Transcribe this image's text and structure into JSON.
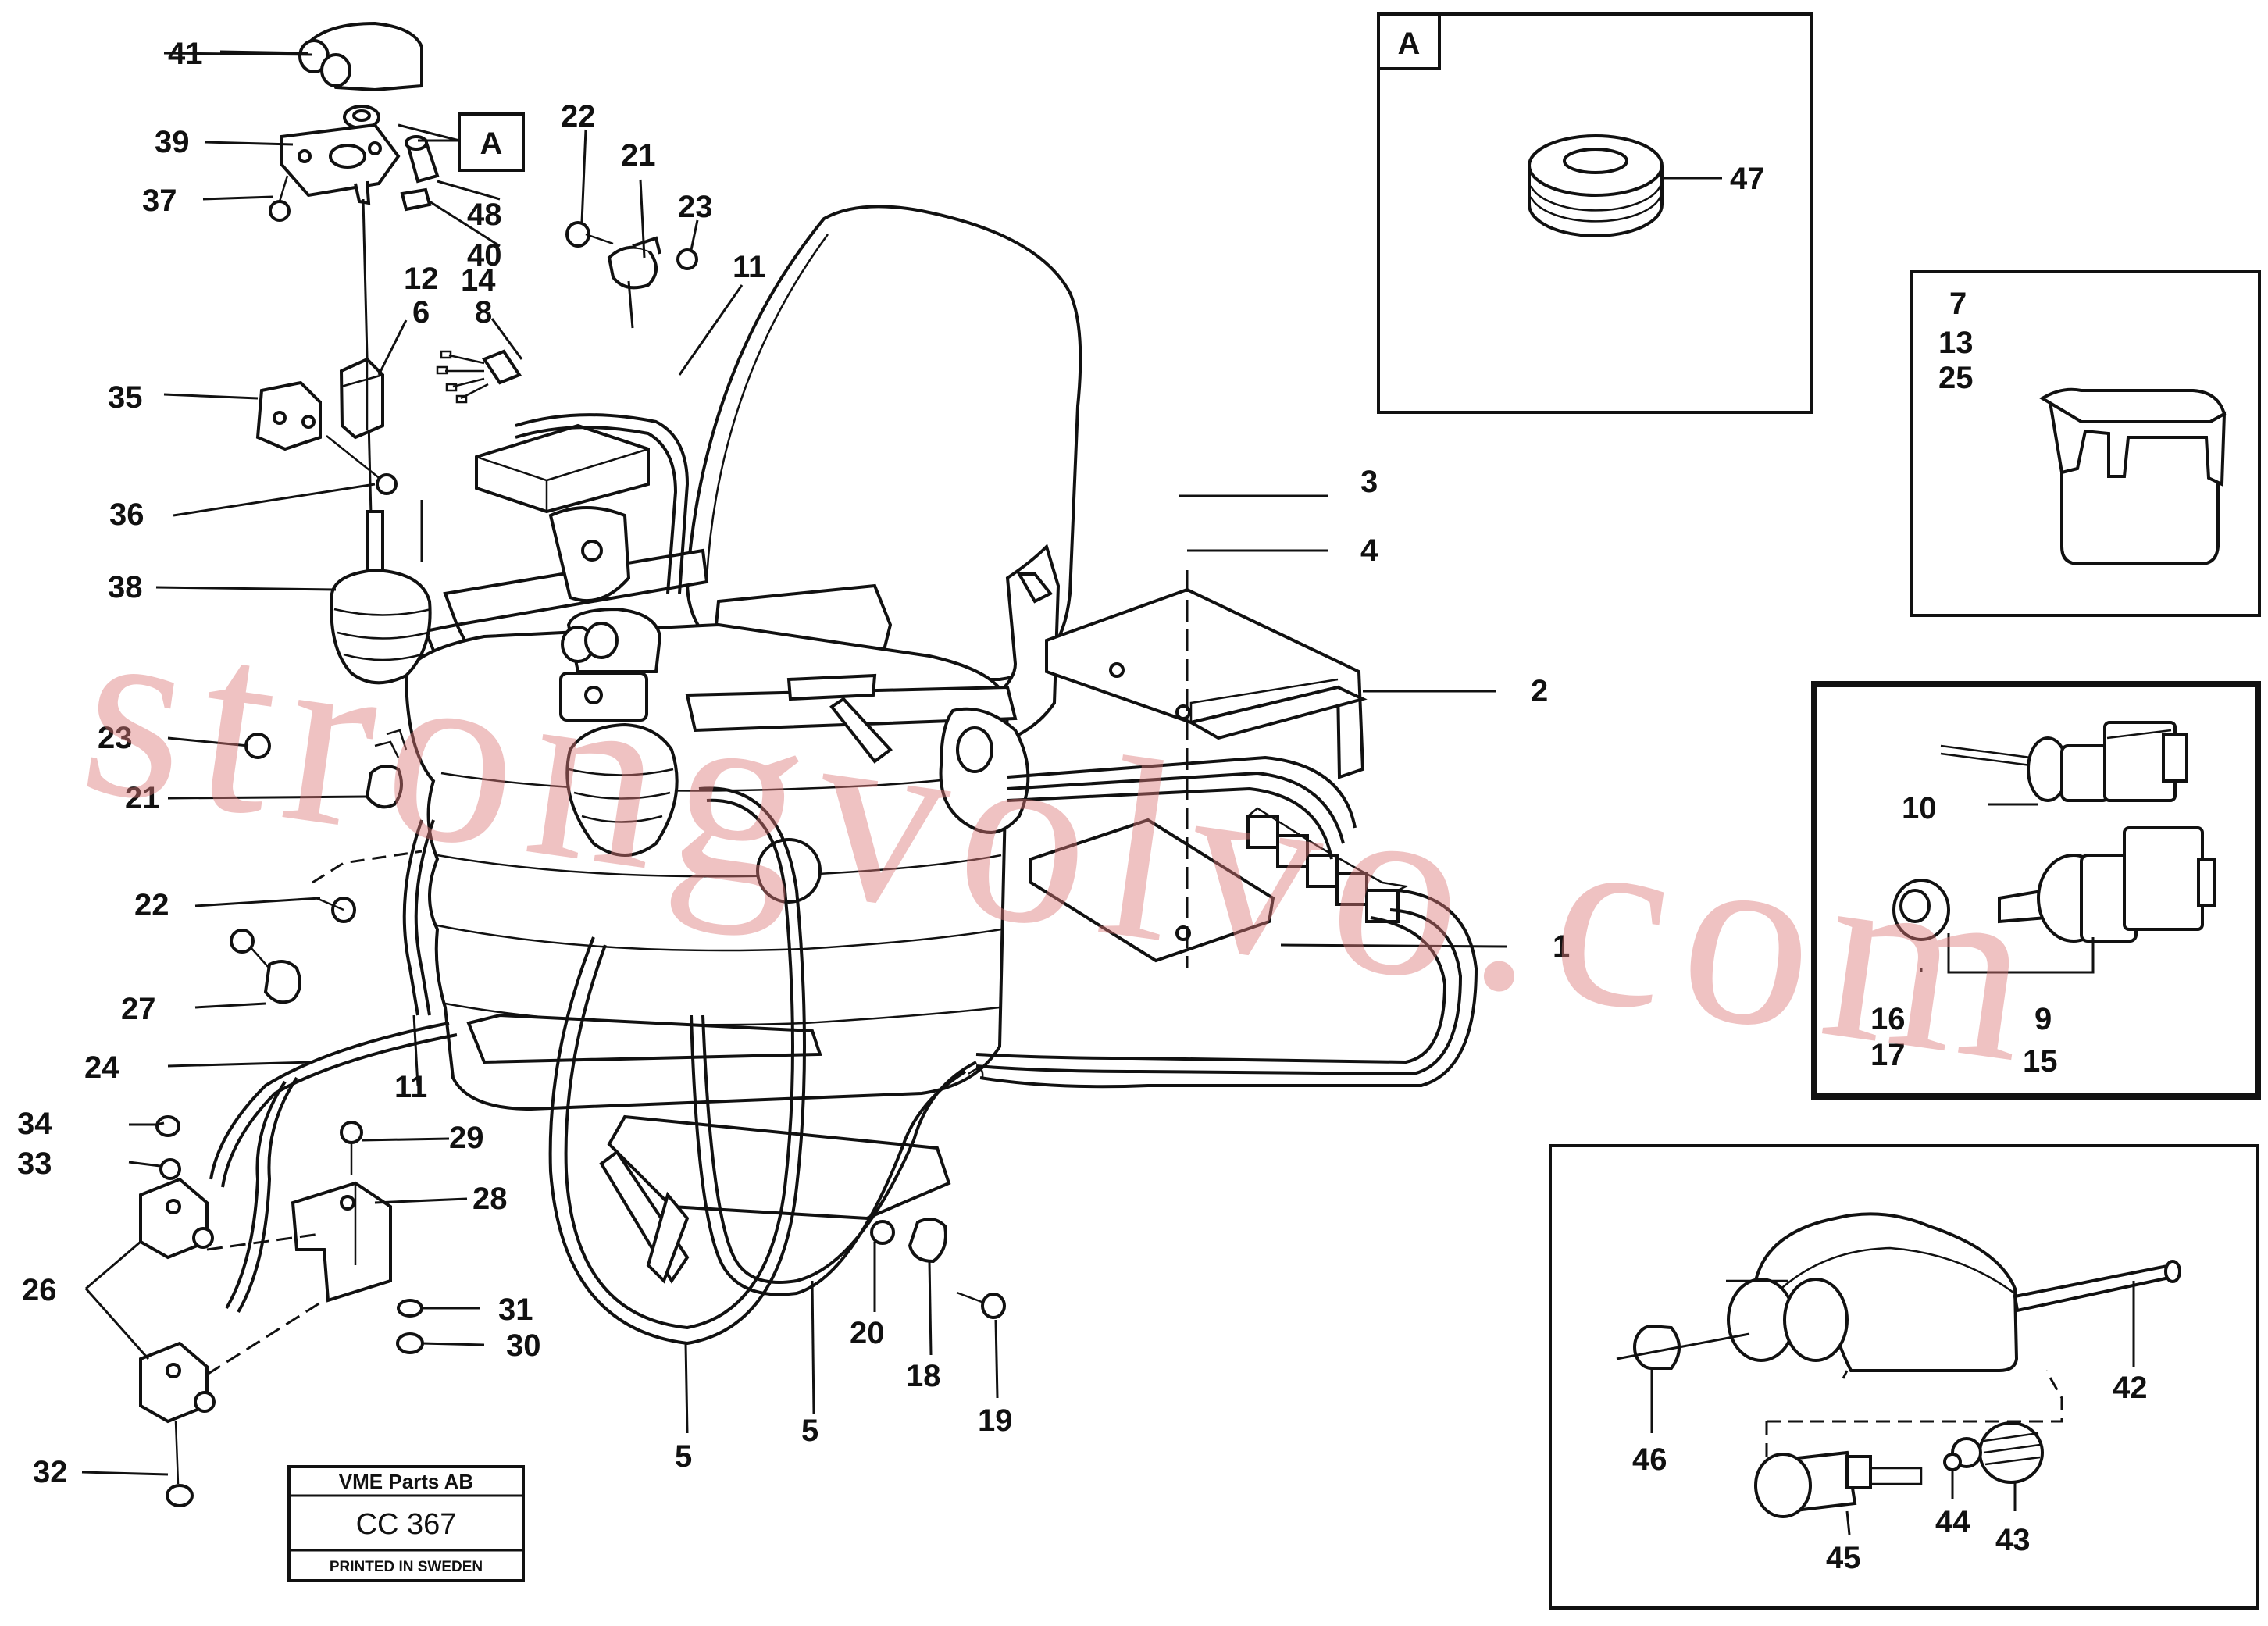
{
  "labels": {
    "n1": "1",
    "n2": "2",
    "n3": "3",
    "n4": "4",
    "n5a": "5",
    "n5b": "5",
    "n6": "6",
    "n7": "7",
    "n8": "8",
    "n9": "9",
    "n10": "10",
    "n11a": "11",
    "n11b": "11",
    "n12": "12",
    "n13": "13",
    "n14": "14",
    "n15": "15",
    "n16": "16",
    "n17": "17",
    "n18": "18",
    "n19": "19",
    "n20": "20",
    "n21a": "21",
    "n21b": "21",
    "n22a": "22",
    "n22b": "22",
    "n23a": "23",
    "n23b": "23",
    "n24": "24",
    "n25": "25",
    "n26": "26",
    "n27": "27",
    "n28": "28",
    "n29": "29",
    "n30": "30",
    "n31": "31",
    "n32": "32",
    "n33": "33",
    "n34": "34",
    "n35": "35",
    "n36": "36",
    "n37": "37",
    "n38": "38",
    "n39": "39",
    "n40": "40",
    "n41": "41",
    "n42": "42",
    "n43": "43",
    "n44": "44",
    "n45": "45",
    "n46": "46",
    "n47": "47",
    "n48": "48"
  },
  "callouts": {
    "ref_a": "A",
    "inset_a": "A"
  },
  "title_block": {
    "company": "VME Parts AB",
    "code": "CC 367",
    "printed": "PRINTED IN SWEDEN"
  },
  "watermark": "strongvolvo.com"
}
